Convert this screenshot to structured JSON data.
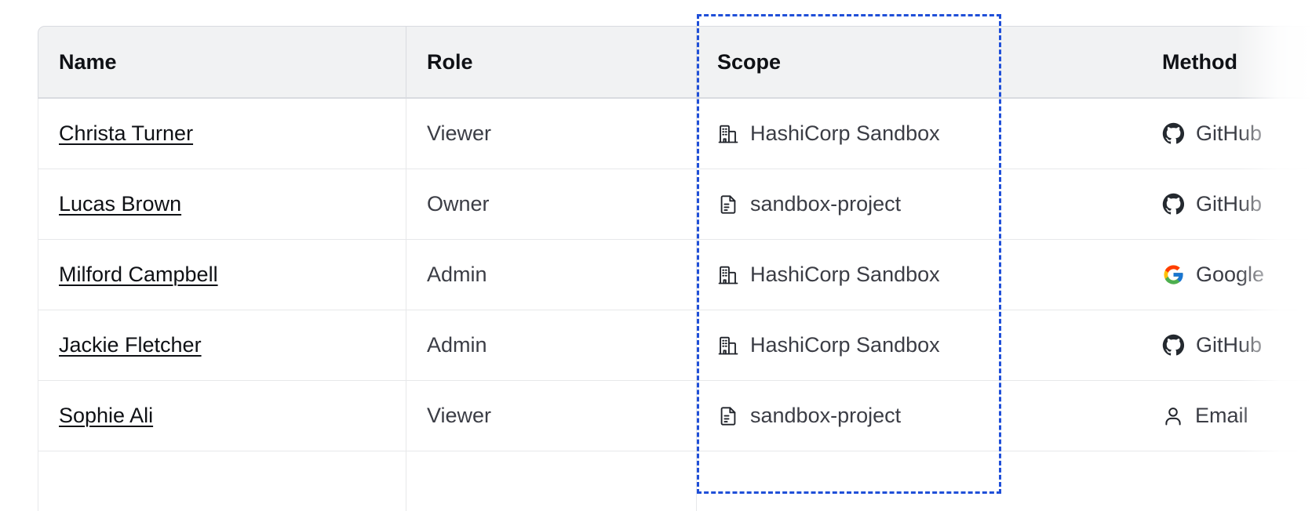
{
  "table": {
    "columns": [
      {
        "key": "name",
        "label": "Name"
      },
      {
        "key": "role",
        "label": "Role"
      },
      {
        "key": "scope",
        "label": "Scope"
      },
      {
        "key": "method",
        "label": "Method"
      }
    ],
    "rows": [
      {
        "name": "Christa Turner",
        "role": "Viewer",
        "scope": "HashiCorp Sandbox",
        "scope_icon": "organization-icon",
        "method": "GitHub",
        "method_icon": "github-icon"
      },
      {
        "name": "Lucas Brown",
        "role": "Owner",
        "scope": "sandbox-project",
        "scope_icon": "project-document-icon",
        "method": "GitHub",
        "method_icon": "github-icon"
      },
      {
        "name": "Milford Campbell",
        "role": "Admin",
        "scope": "HashiCorp Sandbox",
        "scope_icon": "organization-icon",
        "method": "Google",
        "method_icon": "google-icon"
      },
      {
        "name": "Jackie Fletcher",
        "role": "Admin",
        "scope": "HashiCorp Sandbox",
        "scope_icon": "organization-icon",
        "method": "GitHub",
        "method_icon": "github-icon"
      },
      {
        "name": "Sophie Ali",
        "role": "Viewer",
        "scope": "sandbox-project",
        "scope_icon": "project-document-icon",
        "method": "Email",
        "method_icon": "user-icon"
      }
    ]
  },
  "selection": {
    "target_column": "Scope",
    "border_color": "#1f4fd8",
    "style": "dashed"
  },
  "colors": {
    "header_background": "#f1f2f3",
    "header_text": "#0f1115",
    "body_text": "#3b3d45",
    "link_text": "#0f1115",
    "row_border": "#e7e8ea",
    "header_border": "#d9dbe0",
    "page_background": "#ffffff"
  }
}
